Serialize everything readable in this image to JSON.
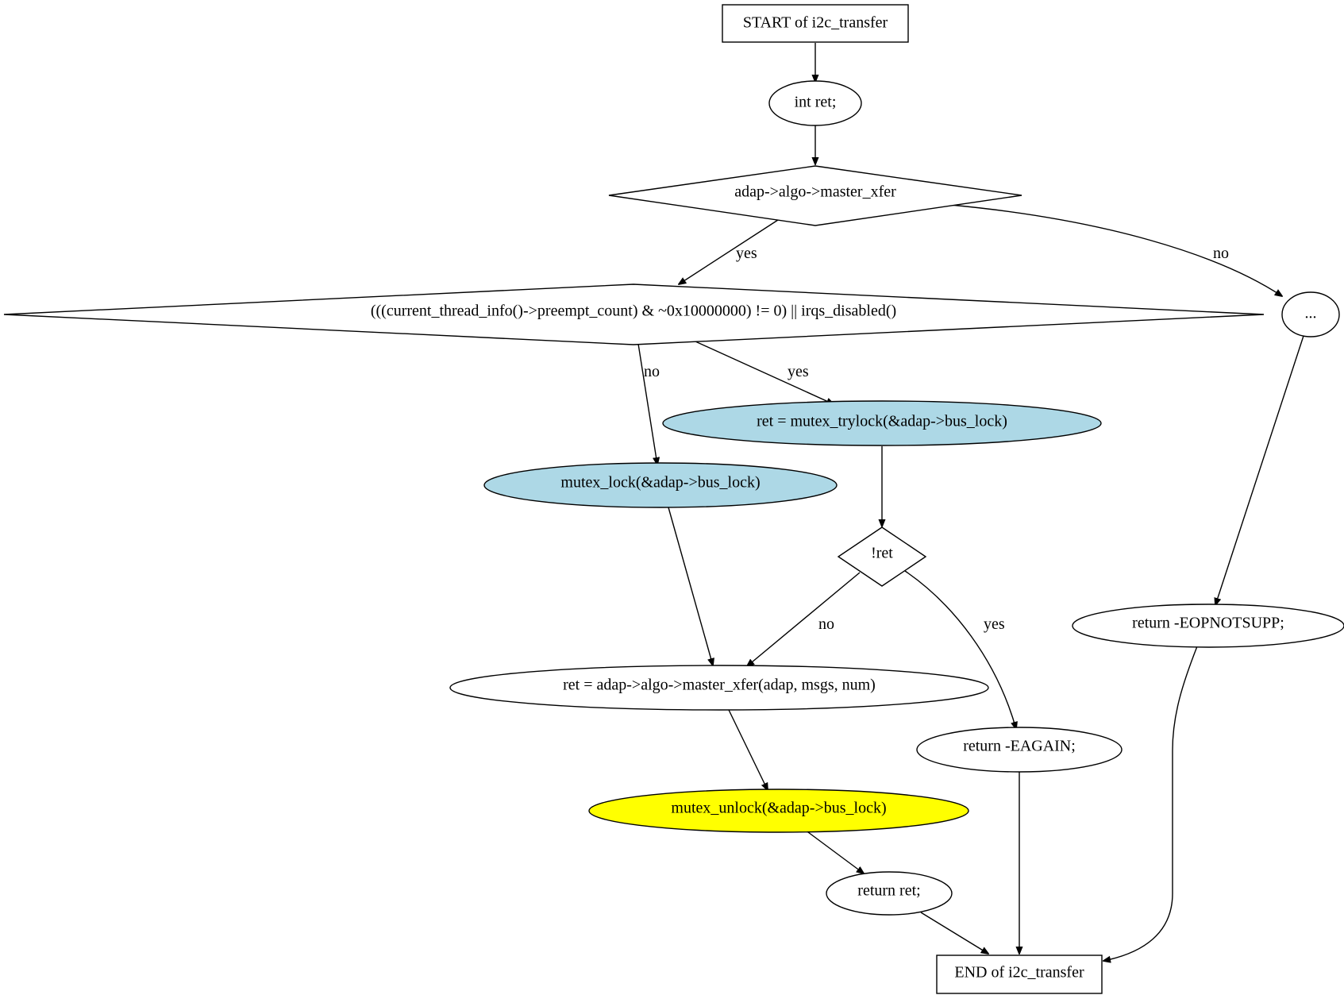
{
  "diagram": {
    "type": "flowchart",
    "nodes": [
      {
        "id": "start",
        "shape": "box",
        "label": "START of i2c_transfer",
        "fill": "#ffffff"
      },
      {
        "id": "int_ret",
        "shape": "ellipse",
        "label": "int ret;",
        "fill": "#ffffff"
      },
      {
        "id": "cond_master_xfer",
        "shape": "diamond",
        "label": "adap->algo->master_xfer",
        "fill": "#ffffff"
      },
      {
        "id": "cond_atomic",
        "shape": "diamond",
        "label": "(((current_thread_info()->preempt_count) & ~0x10000000) != 0) || irqs_disabled()",
        "fill": "#ffffff"
      },
      {
        "id": "ellipsis",
        "shape": "ellipse",
        "label": "...",
        "fill": "#ffffff"
      },
      {
        "id": "trylock",
        "shape": "ellipse",
        "label": "ret = mutex_trylock(&adap->bus_lock)",
        "fill": "#add8e6"
      },
      {
        "id": "lock",
        "shape": "ellipse",
        "label": "mutex_lock(&adap->bus_lock)",
        "fill": "#add8e6"
      },
      {
        "id": "cond_not_ret",
        "shape": "diamond",
        "label": "!ret",
        "fill": "#ffffff"
      },
      {
        "id": "return_eopnotsupp",
        "shape": "ellipse",
        "label": "return -EOPNOTSUPP;",
        "fill": "#ffffff"
      },
      {
        "id": "call_master_xfer",
        "shape": "ellipse",
        "label": "ret = adap->algo->master_xfer(adap, msgs, num)",
        "fill": "#ffffff"
      },
      {
        "id": "return_eagain",
        "shape": "ellipse",
        "label": "return -EAGAIN;",
        "fill": "#ffffff"
      },
      {
        "id": "unlock",
        "shape": "ellipse",
        "label": "mutex_unlock(&adap->bus_lock)",
        "fill": "#ffff00"
      },
      {
        "id": "return_ret",
        "shape": "ellipse",
        "label": "return ret;",
        "fill": "#ffffff"
      },
      {
        "id": "end",
        "shape": "box",
        "label": "END of i2c_transfer",
        "fill": "#ffffff"
      }
    ],
    "edges": [
      {
        "from": "start",
        "to": "int_ret",
        "label": ""
      },
      {
        "from": "int_ret",
        "to": "cond_master_xfer",
        "label": ""
      },
      {
        "from": "cond_master_xfer",
        "to": "cond_atomic",
        "label": "yes"
      },
      {
        "from": "cond_master_xfer",
        "to": "ellipsis",
        "label": "no"
      },
      {
        "from": "cond_atomic",
        "to": "lock",
        "label": "no"
      },
      {
        "from": "cond_atomic",
        "to": "trylock",
        "label": "yes"
      },
      {
        "from": "trylock",
        "to": "cond_not_ret",
        "label": ""
      },
      {
        "from": "lock",
        "to": "call_master_xfer",
        "label": ""
      },
      {
        "from": "cond_not_ret",
        "to": "call_master_xfer",
        "label": "no"
      },
      {
        "from": "cond_not_ret",
        "to": "return_eagain",
        "label": "yes"
      },
      {
        "from": "ellipsis",
        "to": "return_eopnotsupp",
        "label": ""
      },
      {
        "from": "call_master_xfer",
        "to": "unlock",
        "label": ""
      },
      {
        "from": "unlock",
        "to": "return_ret",
        "label": ""
      },
      {
        "from": "return_ret",
        "to": "end",
        "label": ""
      },
      {
        "from": "return_eagain",
        "to": "end",
        "label": ""
      },
      {
        "from": "return_eopnotsupp",
        "to": "end",
        "label": ""
      }
    ]
  }
}
